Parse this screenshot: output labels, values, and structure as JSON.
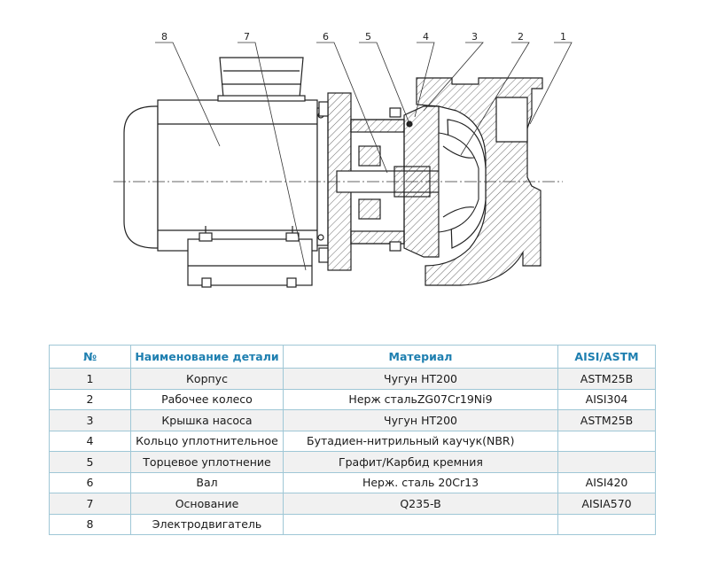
{
  "drawing": {
    "callouts": [
      "8",
      "7",
      "6",
      "5",
      "4",
      "3",
      "2",
      "1"
    ]
  },
  "table": {
    "headers": [
      "№",
      "Наименование детали",
      "Материал",
      "AISI/ASTM"
    ],
    "rows": [
      {
        "no": "1",
        "name": "Корпус",
        "material": "Чугун HT200",
        "aisi": "ASTM25B"
      },
      {
        "no": "2",
        "name": "Рабочее колесо",
        "material": "Нерж стальZG07Cr19Ni9",
        "aisi": "AISI304"
      },
      {
        "no": "3",
        "name": "Крышка насоса",
        "material": "Чугун HT200",
        "aisi": "ASTM25B"
      },
      {
        "no": "4",
        "name": "Кольцо уплотнительное",
        "material": "Бутадиен-нитрильный каучук(NBR)",
        "aisi": ""
      },
      {
        "no": "5",
        "name": "Торцевое уплотнение",
        "material": "Графит/Карбид кремния",
        "aisi": ""
      },
      {
        "no": "6",
        "name": "Вал",
        "material": "Нерж. сталь 20Cr13",
        "aisi": "AISI420"
      },
      {
        "no": "7",
        "name": "Основание",
        "material": "Q235-B",
        "aisi": "AISIA570"
      },
      {
        "no": "8",
        "name": "Электродвигатель",
        "material": "",
        "aisi": ""
      }
    ]
  },
  "colors": {
    "header_text": "#1e7fb0",
    "grid": "#9fc7d6",
    "stripe": "#f1f1f1"
  }
}
